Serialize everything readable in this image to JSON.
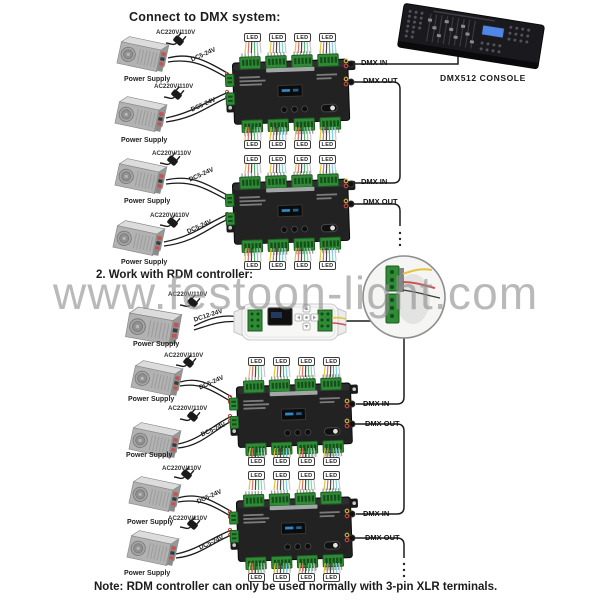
{
  "titles": {
    "section1": "Connect to DMX system:",
    "section2": "2. Work with RDM controller:"
  },
  "note": "Note: RDM controller can only be used normally with 3-pin XLR terminals.",
  "watermark": "www.festoon-light.com",
  "console": {
    "label": "DMX512 CONSOLE"
  },
  "labels": {
    "power_supply": "Power Supply",
    "ac_voltage": "AC220V/110V",
    "dc_range_decoder": "DC5-24V",
    "dc_range_rdm": "DC12-24V",
    "led": "LED",
    "dmx_in": "DMX IN",
    "dmx_out": "DMX OUT"
  },
  "colors": {
    "wire_colors": [
      "#e4c43a",
      "#df6f6d",
      "#454545",
      "#58b06a",
      "#7fd0e8",
      "#c9c9c9"
    ],
    "terminal_green": "#2f8b35",
    "decoder_body": "#222222",
    "console_screen_blue": "#4f86e8",
    "cable_black": "#1c1c1c",
    "accent_red": "#cf3b3b",
    "watermark_gray": "#8f8f8f"
  }
}
